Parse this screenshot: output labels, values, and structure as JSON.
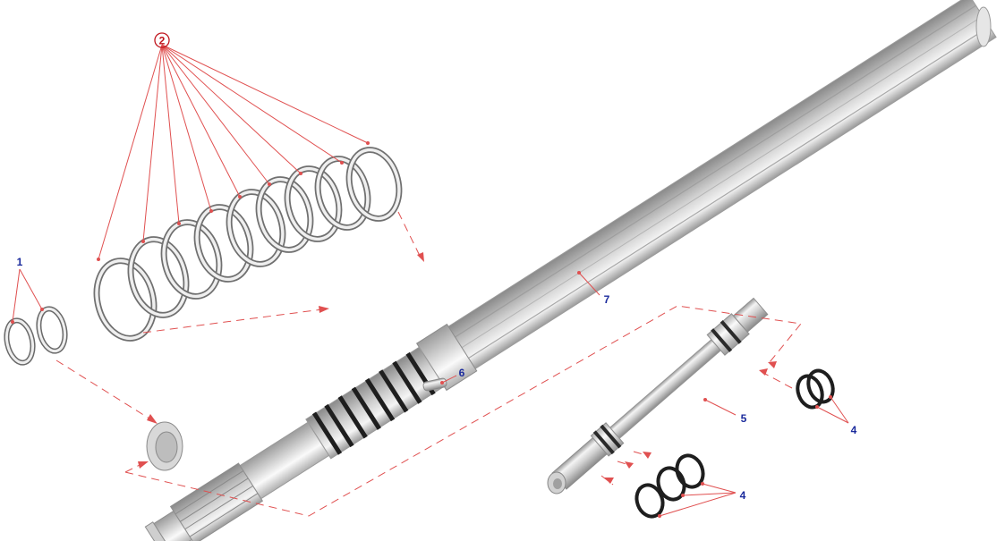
{
  "callouts": {
    "c1": "1",
    "c2": "2",
    "c4a": "4",
    "c4b": "4",
    "c5": "5",
    "c6": "6",
    "c7": "7"
  },
  "colors": {
    "leader": "#e05050",
    "label": "#1a2a9c",
    "label_highlight": "#c0141c",
    "steel_light": "#f2f2f2",
    "steel_mid": "#c8c8c8",
    "steel_dark": "#8a8a8a",
    "ring_dark": "#1e1e1e"
  }
}
